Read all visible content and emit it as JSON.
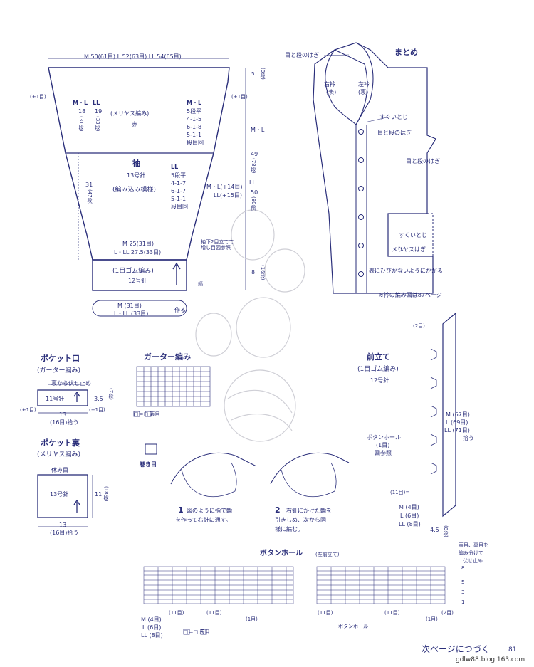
{
  "sleeve": {
    "top_width": "M 50(61目) L 52(63目) LL 54(65目)",
    "side_inc_left": "(+1目)",
    "side_inc_right": "(+1目)",
    "top_rows": "5",
    "top_rows_count": "(8段)",
    "section_ml": "M・L",
    "section_ll": "LL",
    "ml_val": "18",
    "ml_rows": "(31段)",
    "ll_val": "19",
    "ll_rows": "(33段)",
    "stitch_name": "(メリヤス編み)",
    "color": "赤",
    "rate_label": "M・L",
    "rate1": "5段平",
    "rate2": "4-1-5",
    "rate3": "6-1-8",
    "rate4": "5-1-1",
    "rate5": "段目回",
    "name": "袖",
    "needle": "13号針",
    "pattern": "(編み込み模様)",
    "ll_label": "LL",
    "ll_rate1": "5段平",
    "ll_rate2": "4-1-7",
    "ll_rate3": "6-1-7",
    "ll_rate4": "5-1-1",
    "ll_rate5": "段目回",
    "left_measure": "31",
    "left_measure_rows": "(47段)",
    "inc_ml": "M・L(+14目)",
    "inc_ll": "LL(+15目)",
    "right_ml": "M・L",
    "right_ml_val": "49",
    "right_ml_rows": "(78段)",
    "right_ll": "LL",
    "right_ll_val": "50",
    "right_ll_rows": "(80段)",
    "cuff_width_m": "M 25(31目)",
    "cuff_width_l": "L・LL 27.5(33目)",
    "note_cuff": "袖下2目立てて増し目図参照",
    "cuff_pattern": "(1目ゴム編み)",
    "cuff_needle": "12号針",
    "cuff_rows": "8",
    "cuff_rows_count": "(16段)",
    "cuff_ref": "縞",
    "cast_on_m": "M (31目)",
    "cast_on_l": "L・LL (33目)",
    "cast_on_label": "作る"
  },
  "assembly": {
    "title": "まとめ",
    "label1": "目と段のはぎ",
    "right_collar": "右衿",
    "right_collar_side": "(表)",
    "left_collar": "左衿",
    "left_collar_side": "(裏)",
    "slip_join1": "すくいとじ",
    "label2": "目と段のはぎ",
    "label3": "目と段のはぎ",
    "slip_join2": "すくいとじ",
    "stockinette_join": "メリヤスはぎ",
    "note_front": "表にひびかないようにかがる",
    "note_collar": "※衿の編み図は87ページ"
  },
  "pocket_edge": {
    "title": "ポケット口",
    "subtitle": "(ガーター編み)",
    "bind_off": "裏から伏せ止め",
    "needle": "11号針",
    "inc_left": "(+1目)",
    "inc_right": "(+1目)",
    "depth": "3.5",
    "depth_rows": "(7段)",
    "width": "13",
    "width_sts": "(16目)拾う"
  },
  "pocket_lining": {
    "title": "ポケット裏",
    "subtitle": "(メリヤス編み)",
    "rest": "休み目",
    "needle": "13号針",
    "height": "11",
    "height_rows": "(18段)",
    "width": "13",
    "width_sts": "(16目)拾う"
  },
  "garter": {
    "title": "ガーター編み",
    "legend": "□＝□ 表目"
  },
  "cast_on": {
    "title": "巻き目",
    "step1_num": "1",
    "step1_text1": "図のように指で輪",
    "step1_text2": "を作って右針に通す。",
    "step2_num": "2",
    "step2_text1": "右針にかけた輪を",
    "step2_text2": "引きしめ、次から同",
    "step2_text3": "様に編む。"
  },
  "front_band": {
    "title": "前立て",
    "subtitle": "(1目ゴム編み)",
    "needle": "12号針",
    "top_sts": "(2目)",
    "buttonhole": "ボタンホール",
    "buttonhole_sts": "(1目)",
    "buttonhole_ref": "図参照",
    "eleven": "(11目)=",
    "pickup_m": "M (67目)",
    "pickup_l": "L (69目)",
    "pickup_ll": "LL (71目)",
    "pickup_label": "拾う",
    "m_sts": "M (4目)",
    "l_sts": "L (6目)",
    "ll_sts": "LL (8目)",
    "width": "4.5",
    "rows": "(8段)"
  },
  "buttonhole_chart": {
    "title": "ボタンホール",
    "subtitle": "(左前立て)",
    "note1": "表目、裏目を",
    "note2": "編み分けて",
    "note3": "伏せ止め",
    "row8": "8",
    "row5": "5",
    "row3": "3",
    "row1": "1",
    "sts11a": "(11目)",
    "sts11b": "(11目)",
    "sts11c": "(11目)",
    "sts11d": "(11目)",
    "sts2": "(2目)",
    "m": "M (4目)",
    "l": "L (6目)",
    "ll": "LL (8目)",
    "sts1a": "(1目)",
    "sts1b": "(1目)",
    "buttonhole_label": "ボタンホール",
    "legend": "□＝□ 表目"
  },
  "footer": {
    "continue": "次ページにつづく",
    "page": "81",
    "watermark": "gdlw88.blog.163.com"
  }
}
